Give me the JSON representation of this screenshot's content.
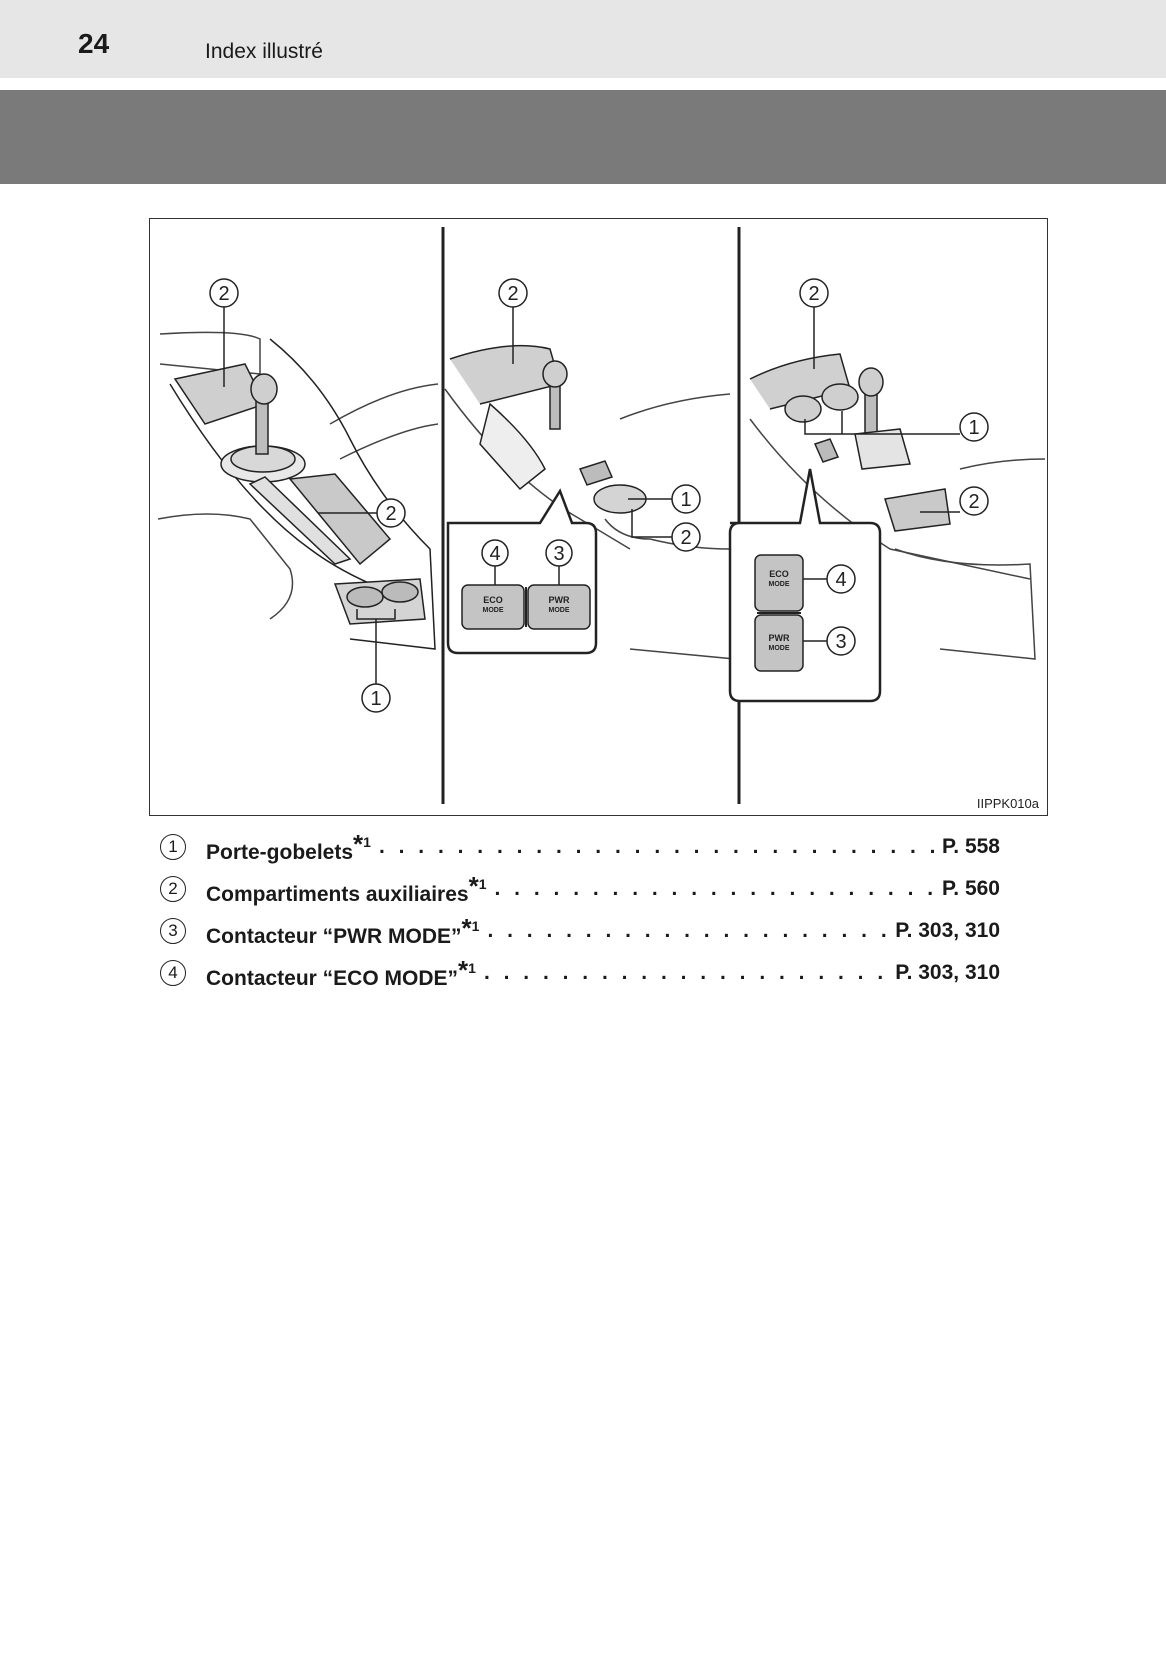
{
  "header": {
    "page_number": "24",
    "section_title": "Index illustré"
  },
  "figure": {
    "code": "IIPPK010a",
    "callouts": {
      "one": "1",
      "two": "2",
      "three": "3",
      "four": "4"
    },
    "switches": {
      "eco_top": "ECO",
      "eco_bottom": "MODE",
      "pwr_top": "PWR",
      "pwr_bottom": "MODE"
    }
  },
  "legend": {
    "items": [
      {
        "num": "1",
        "label": "Porte-gobelets",
        "star": "*",
        "sup": "1",
        "page": "P. 558"
      },
      {
        "num": "2",
        "label": "Compartiments auxiliaires",
        "star": "*",
        "sup": "1",
        "page": "P. 560"
      },
      {
        "num": "3",
        "label": "Contacteur “PWR MODE”",
        "star": "*",
        "sup": "1",
        "page": "P. 303, 310"
      },
      {
        "num": "4",
        "label": "Contacteur “ECO MODE”",
        "star": "*",
        "sup": "1",
        "page": "P. 303, 310"
      }
    ]
  }
}
